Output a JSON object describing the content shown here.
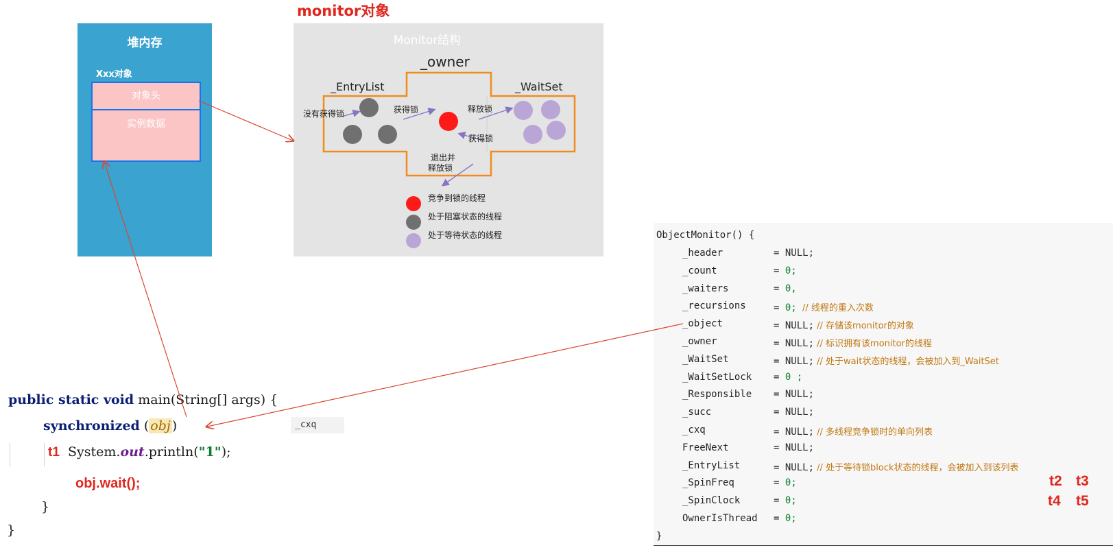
{
  "heap": {
    "title": "堆内存",
    "object_label": "Xxx对象",
    "header_label": "对象头",
    "data_label": "实例数据"
  },
  "monitor": {
    "title": "monitor对象",
    "structure_title": "Monitor结构",
    "owner_label": "_owner",
    "entrylist_label": "_EntryList",
    "waitset_label": "_WaitSet",
    "not_acquired": "没有获得锁",
    "acquire_lock": "获得锁",
    "release_lock": "释放锁",
    "acquire_lock_2": "获得锁",
    "exit_release_1": "退出并",
    "exit_release_2": "释放锁",
    "legend": [
      {
        "color": "#ff1a1a",
        "text": "竞争到锁的线程"
      },
      {
        "color": "#707070",
        "text": "处于阻塞状态的线程"
      },
      {
        "color": "#b9a6d6",
        "text": "处于等待状态的线程"
      }
    ]
  },
  "code": {
    "line1": {
      "kw": "public static void",
      "rest": " main(String[] args) {"
    },
    "line2": {
      "kw": "synchronized",
      "open": " (",
      "arg": "obj",
      "close": ")"
    },
    "line3": {
      "label": "t1",
      "pre": "System.",
      "out": "out",
      "mid": ".println(",
      "str": "\"1\"",
      "end": ");"
    },
    "line4": "obj.wait();",
    "line5": "}",
    "line6": "}",
    "cxq_tag": "_cxq"
  },
  "object_monitor": {
    "open": "ObjectMonitor() {",
    "fields": [
      {
        "name": "_header",
        "eq": "= ",
        "value": "NULL;",
        "comment": ""
      },
      {
        "name": "_count",
        "eq": "= ",
        "value": "0;",
        "comment": ""
      },
      {
        "name": "_waiters",
        "eq": "= ",
        "value": "0,",
        "comment": ""
      },
      {
        "name": "_recursions",
        "eq": "= ",
        "value": "0;",
        "comment": "  // 线程的重入次数"
      },
      {
        "name": "_object",
        "eq": "= ",
        "value": "NULL;",
        "comment": " // 存储该monitor的对象"
      },
      {
        "name": "_owner",
        "eq": "= ",
        "value": "NULL;",
        "comment": " // 标识拥有该monitor的线程"
      },
      {
        "name": "_WaitSet",
        "eq": "= ",
        "value": "NULL;",
        "comment": " // 处于wait状态的线程，会被加入到_WaitSet"
      },
      {
        "name": "_WaitSetLock",
        "eq": "= ",
        "value": "0 ;",
        "comment": ""
      },
      {
        "name": "_Responsible",
        "eq": "= ",
        "value": "NULL;",
        "comment": ""
      },
      {
        "name": "_succ",
        "eq": "= ",
        "value": "NULL;",
        "comment": ""
      },
      {
        "name": "_cxq",
        "eq": "= ",
        "value": "NULL;",
        "comment": " // 多线程竞争锁时的单向列表"
      },
      {
        "name": "FreeNext",
        "eq": "= ",
        "value": "NULL;",
        "comment": ""
      },
      {
        "name": "_EntryList",
        "eq": "= ",
        "value": "NULL;",
        "comment": " // 处于等待锁block状态的线程，会被加入到该列表"
      },
      {
        "name": "_SpinFreq",
        "eq": "= ",
        "value": "0;",
        "comment": ""
      },
      {
        "name": "_SpinClock",
        "eq": "= ",
        "value": "0;",
        "comment": ""
      },
      {
        "name": "OwnerIsThread",
        "eq": "= ",
        "value": "0;",
        "comment": ""
      }
    ],
    "close": "}",
    "threads": [
      "t2",
      "t3",
      "t4",
      "t5"
    ]
  },
  "colors": {
    "heap_bg": "#3aa3cf",
    "object_fill": "#fbc5c5",
    "object_border": "#1a73e8",
    "monitor_bg": "#e4e4e4",
    "structure_outline": "#f08c1e",
    "arrow_red": "#d9472f",
    "arrow_purple": "#8b73c4",
    "owner_thread": "#ff1a1a",
    "blocked_thread": "#707070",
    "waiting_thread": "#b9a6d6"
  }
}
